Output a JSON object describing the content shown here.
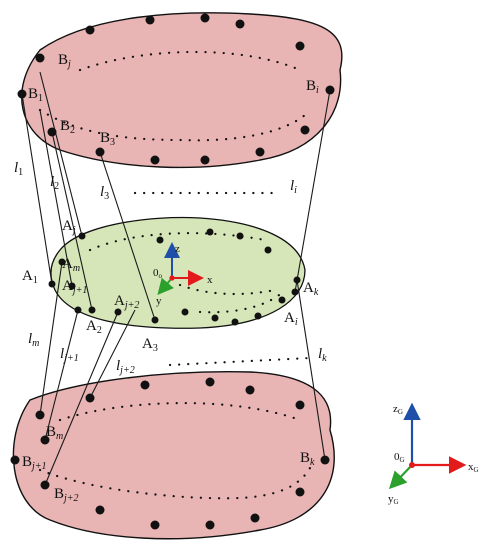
{
  "labels": {
    "B1": {
      "base": "B",
      "sub": "1"
    },
    "B2": {
      "base": "B",
      "sub": "2"
    },
    "B3": {
      "base": "B",
      "sub": "3"
    },
    "Bj": {
      "base": "B",
      "sub": "j"
    },
    "Bi": {
      "base": "B",
      "sub": "i"
    },
    "Bm": {
      "base": "B",
      "sub": "m"
    },
    "Bj1": {
      "base": "B",
      "sub": "j+1"
    },
    "Bj2": {
      "base": "B",
      "sub": "j+2"
    },
    "Bk": {
      "base": "B",
      "sub": "k"
    },
    "A1": {
      "base": "A",
      "sub": "1"
    },
    "A2": {
      "base": "A",
      "sub": "2"
    },
    "A3": {
      "base": "A",
      "sub": "3"
    },
    "Aj": {
      "base": "A",
      "sub": "j"
    },
    "Am": {
      "base": "A",
      "sub": "m"
    },
    "Aj1": {
      "base": "A",
      "sub": "j+1"
    },
    "Aj2": {
      "base": "A",
      "sub": "j+2"
    },
    "Ak": {
      "base": "A",
      "sub": "k"
    },
    "Ai": {
      "base": "A",
      "sub": "i"
    },
    "l1": {
      "base": "l",
      "sub": "1"
    },
    "l2": {
      "base": "l",
      "sub": "2"
    },
    "l3": {
      "base": "l",
      "sub": "3"
    },
    "li": {
      "base": "l",
      "sub": "i"
    },
    "lm": {
      "base": "l",
      "sub": "m"
    },
    "lj1": {
      "base": "l",
      "sub": "j+1"
    },
    "lj2": {
      "base": "l",
      "sub": "j+2"
    },
    "lk": {
      "base": "l",
      "sub": "k"
    }
  },
  "local_frame": {
    "origin": {
      "base": "0",
      "sub": "o"
    },
    "x": "x",
    "y": "y",
    "z": "z"
  },
  "global_frame": {
    "origin": {
      "base": "0",
      "sub": "G"
    },
    "x": {
      "base": "x",
      "sub": "G"
    },
    "y": {
      "base": "y",
      "sub": "G"
    },
    "z": {
      "base": "z",
      "sub": "G"
    }
  },
  "colors": {
    "fixed_frame_fill": "#e8b4b4",
    "moving_platform_fill": "#d6e6b8",
    "outline": "#111111",
    "axis_x": "#e31a1c",
    "axis_y": "#2ca02c",
    "axis_z": "#1f4fa8"
  }
}
